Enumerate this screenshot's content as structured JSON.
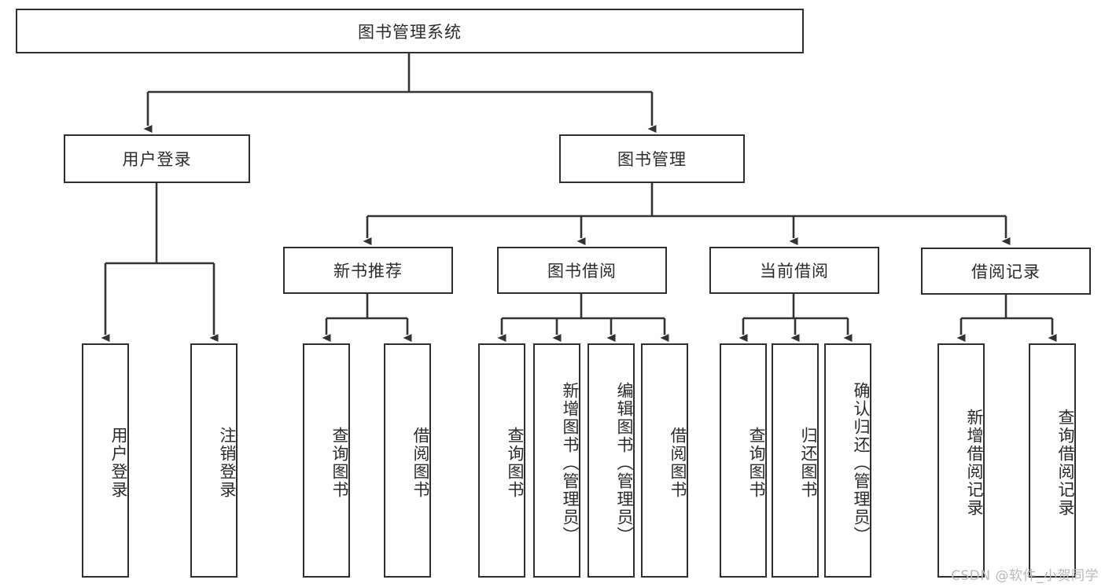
{
  "diagram": {
    "title": "图书管理系统",
    "type": "functional-structure-tree",
    "watermark": "CSDN @软件_小贺同学",
    "colors": {
      "background": "#fefefe",
      "node_fill": "#ffffff",
      "node_border": "#2f2f2f",
      "edge": "#333333",
      "text": "#2b2b2b",
      "watermark": "#b9b9b9"
    }
  },
  "nodes": {
    "root": {
      "label": "图书管理系统",
      "level": 0,
      "orientation": "horizontal"
    },
    "login": {
      "label": "用户登录",
      "level": 1,
      "orientation": "horizontal"
    },
    "book_manage": {
      "label": "图书管理",
      "level": 1,
      "orientation": "horizontal"
    },
    "new_book_rec": {
      "label": "新书推荐",
      "level": 2,
      "orientation": "horizontal"
    },
    "book_borrow": {
      "label": "图书借阅",
      "level": 2,
      "orientation": "horizontal"
    },
    "current_borrow": {
      "label": "当前借阅",
      "level": 2,
      "orientation": "horizontal"
    },
    "borrow_record": {
      "label": "借阅记录",
      "level": 2,
      "orientation": "horizontal"
    },
    "leaf_user_login": {
      "label": "用户登录",
      "level": 2,
      "orientation": "vertical"
    },
    "leaf_logout": {
      "label": "注销登录",
      "level": 2,
      "orientation": "vertical"
    },
    "leaf_query_book_1": {
      "label": "查询图书",
      "level": 3,
      "orientation": "vertical"
    },
    "leaf_borrow_book_1": {
      "label": "借阅图书",
      "level": 3,
      "orientation": "vertical"
    },
    "leaf_query_book_2": {
      "label": "查询图书",
      "level": 3,
      "orientation": "vertical"
    },
    "leaf_add_book": {
      "label": "新增图书（管理员）",
      "level": 3,
      "orientation": "vertical"
    },
    "leaf_edit_book": {
      "label": "编辑图书（管理员）",
      "level": 3,
      "orientation": "vertical"
    },
    "leaf_borrow_book_2": {
      "label": "借阅图书",
      "level": 3,
      "orientation": "vertical"
    },
    "leaf_query_book_3": {
      "label": "查询图书",
      "level": 3,
      "orientation": "vertical"
    },
    "leaf_return_book": {
      "label": "归还图书",
      "level": 3,
      "orientation": "vertical"
    },
    "leaf_confirm_return": {
      "label": "确认归还（管理员）",
      "level": 3,
      "orientation": "vertical"
    },
    "leaf_add_record": {
      "label": "新增借阅记录",
      "level": 3,
      "orientation": "vertical"
    },
    "leaf_query_record": {
      "label": "查询借阅记录",
      "level": 3,
      "orientation": "vertical"
    }
  },
  "tree": {
    "label": "图书管理系统",
    "children": [
      {
        "label": "用户登录",
        "children": [
          {
            "label": "用户登录"
          },
          {
            "label": "注销登录"
          }
        ]
      },
      {
        "label": "图书管理",
        "children": [
          {
            "label": "新书推荐",
            "children": [
              {
                "label": "查询图书"
              },
              {
                "label": "借阅图书"
              }
            ]
          },
          {
            "label": "图书借阅",
            "children": [
              {
                "label": "查询图书"
              },
              {
                "label": "新增图书（管理员）"
              },
              {
                "label": "编辑图书（管理员）"
              },
              {
                "label": "借阅图书"
              }
            ]
          },
          {
            "label": "当前借阅",
            "children": [
              {
                "label": "查询图书"
              },
              {
                "label": "归还图书"
              },
              {
                "label": "确认归还（管理员）"
              }
            ]
          },
          {
            "label": "借阅记录",
            "children": [
              {
                "label": "新增借阅记录"
              },
              {
                "label": "查询借阅记录"
              }
            ]
          }
        ]
      }
    ]
  }
}
